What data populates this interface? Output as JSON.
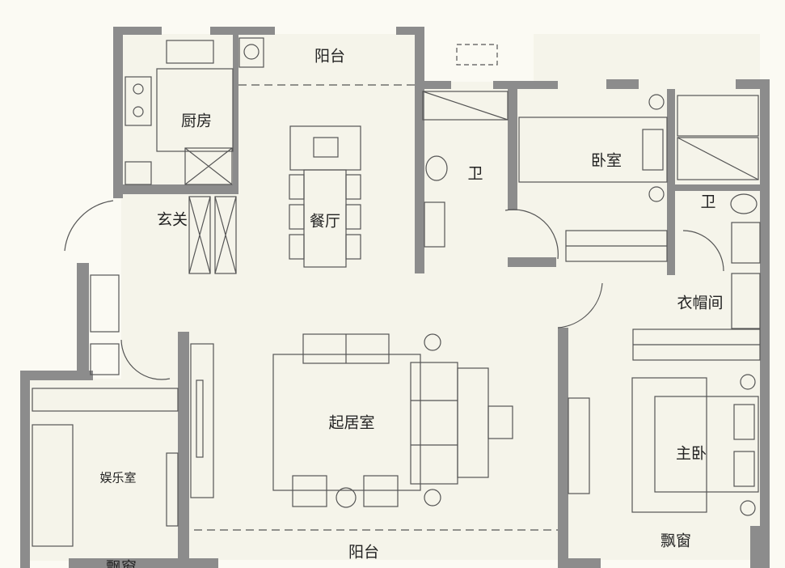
{
  "rooms": {
    "balcony_top": "阳台",
    "kitchen": "厨房",
    "entry": "玄关",
    "dining": "餐厅",
    "bath1": "卫",
    "bedroom": "卧室",
    "bath2": "卫",
    "closet": "衣帽间",
    "living": "起居室",
    "entertainment": "娱乐室",
    "master": "主卧",
    "balcony_bottom": "阳台",
    "bay_right": "飘窗",
    "bay_left": "飘窗"
  },
  "colors": {
    "background": "#fbfaf3",
    "wall": "#8c8c8c",
    "line": "#555555",
    "floor": "#f4f3e8"
  }
}
